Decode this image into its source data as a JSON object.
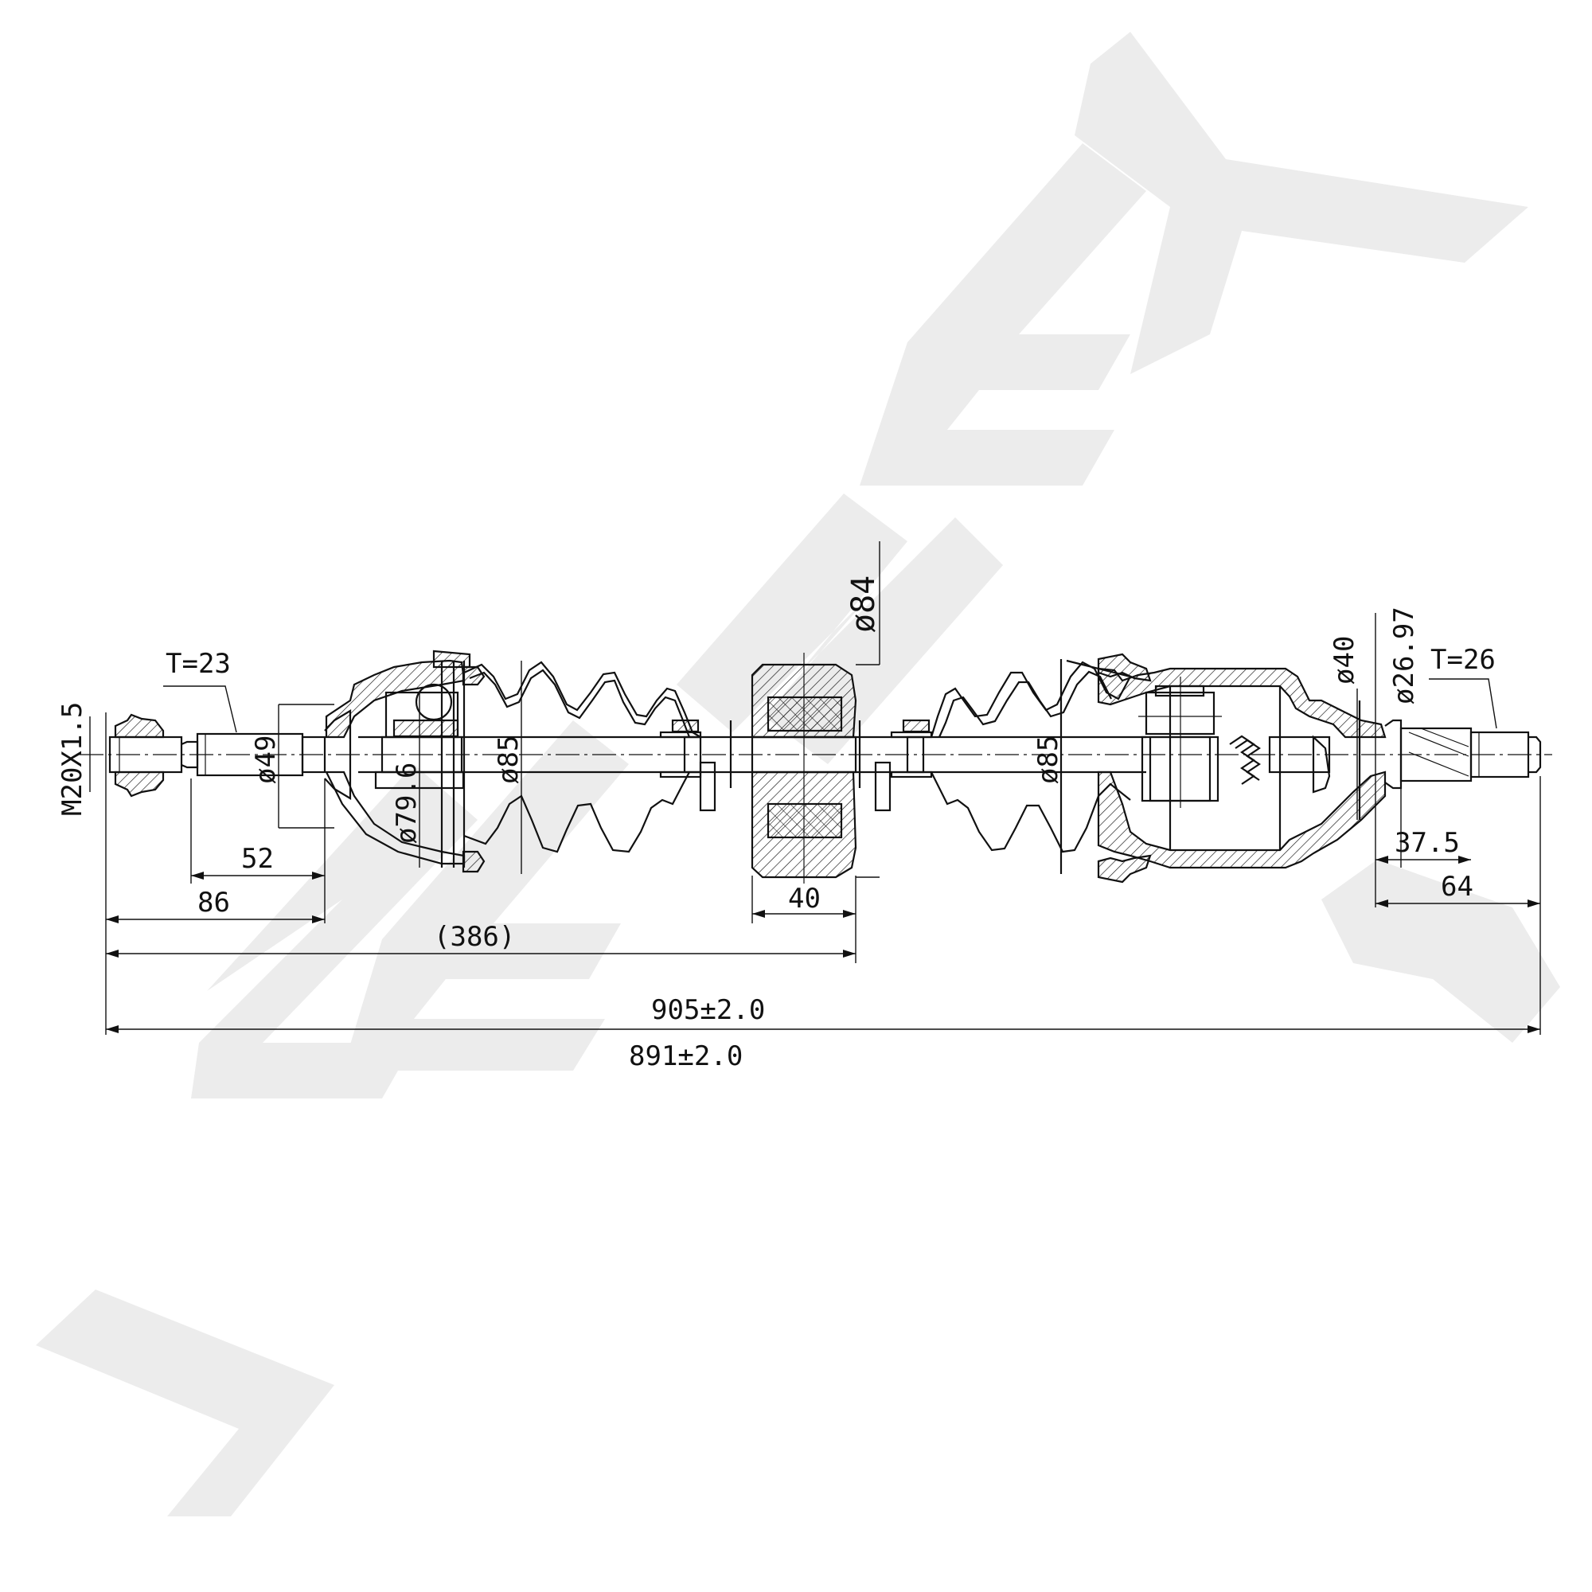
{
  "watermark": {
    "text": "ZENEK",
    "color": "#ececec"
  },
  "left_end": {
    "thread": "M20X1.5",
    "spline_teeth": "T=23",
    "stub_diameter": "ø49",
    "seal_diameter": "ø79.6",
    "joint_diameter": "ø85"
  },
  "damper": {
    "diameter": "ø84",
    "width": "40"
  },
  "right_end": {
    "joint_diameter": "ø85",
    "shaft_diameter": "ø40",
    "spline_diameter": "ø26.97",
    "spline_teeth": "T=26"
  },
  "dimensions": {
    "left_spline_length": "52",
    "left_stub_length": "86",
    "left_to_damper": "(386)",
    "right_spline_length": "37.5",
    "right_stub_length": "64",
    "overall_length": "905±2.0",
    "second_length": "891±2.0"
  }
}
